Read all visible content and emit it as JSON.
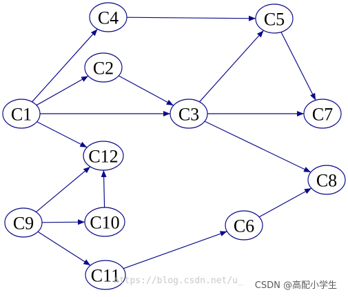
{
  "diagram": {
    "nodes": [
      {
        "id": "C1",
        "label": "C1"
      },
      {
        "id": "C2",
        "label": "C2"
      },
      {
        "id": "C3",
        "label": "C3"
      },
      {
        "id": "C4",
        "label": "C4"
      },
      {
        "id": "C5",
        "label": "C5"
      },
      {
        "id": "C6",
        "label": "C6"
      },
      {
        "id": "C7",
        "label": "C7"
      },
      {
        "id": "C8",
        "label": "C8"
      },
      {
        "id": "C9",
        "label": "C9"
      },
      {
        "id": "C10",
        "label": "C10"
      },
      {
        "id": "C11",
        "label": "C11"
      },
      {
        "id": "C12",
        "label": "C12"
      }
    ],
    "edges": [
      {
        "from": "C1",
        "to": "C4"
      },
      {
        "from": "C1",
        "to": "C2"
      },
      {
        "from": "C1",
        "to": "C3"
      },
      {
        "from": "C1",
        "to": "C12"
      },
      {
        "from": "C4",
        "to": "C5"
      },
      {
        "from": "C2",
        "to": "C3"
      },
      {
        "from": "C3",
        "to": "C5"
      },
      {
        "from": "C3",
        "to": "C7"
      },
      {
        "from": "C3",
        "to": "C8"
      },
      {
        "from": "C5",
        "to": "C7"
      },
      {
        "from": "C9",
        "to": "C12"
      },
      {
        "from": "C9",
        "to": "C10"
      },
      {
        "from": "C9",
        "to": "C11"
      },
      {
        "from": "C10",
        "to": "C12"
      },
      {
        "from": "C11",
        "to": "C6"
      },
      {
        "from": "C6",
        "to": "C8"
      }
    ],
    "colors": {
      "edge": "#0b0b8a",
      "node_border": "#0b0b8a",
      "label": "#000000"
    }
  },
  "watermark": {
    "url_text": "https://blog.csdn.net/u_",
    "brand_text": "CSDN @高配小学生"
  }
}
